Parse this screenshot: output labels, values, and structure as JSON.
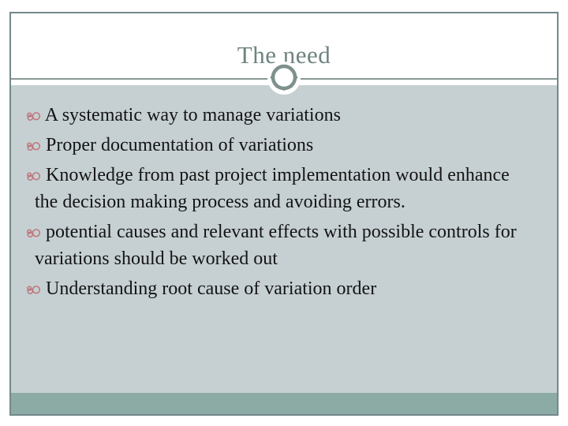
{
  "slide": {
    "title": "The need",
    "bullets": [
      "A systematic way to manage variations",
      "Proper documentation of variations",
      "Knowledge from past project implementation would enhance the decision making process and avoiding errors.",
      " potential causes and relevant effects with possible controls for variations should be worked out",
      "Understanding root cause of variation order"
    ],
    "colors": {
      "body_bg": "#c6d0d3",
      "footer_band": "#8caba5",
      "frame_border": "#75888c",
      "title_text": "#6e8480",
      "bullet_glyph": "#bf757b",
      "ornament_ring": "#7d918d",
      "divider_line": "#8a9996",
      "body_text": "#141414",
      "page_bg": "#ffffff"
    }
  }
}
